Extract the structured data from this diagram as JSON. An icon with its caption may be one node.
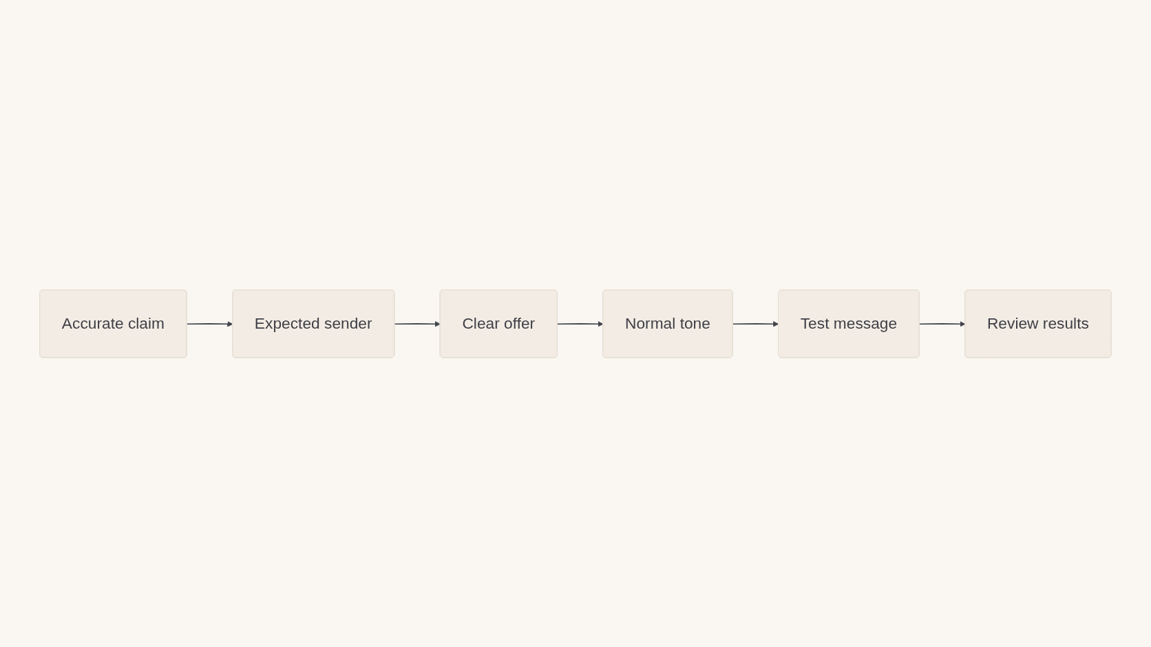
{
  "diagram": {
    "nodes": [
      {
        "text": [
          "Accurate claim"
        ]
      },
      {
        "text": [
          "Expected sender"
        ]
      },
      {
        "text": [
          "Clear offer"
        ]
      },
      {
        "text": [
          "Normal tone"
        ]
      },
      {
        "text": [
          "Test message"
        ]
      },
      {
        "text": [
          "Review results"
        ]
      }
    ],
    "edges": [
      {
        "from": 0,
        "to": 1,
        "arrow": "to"
      },
      {
        "from": 1,
        "to": 2,
        "arrow": "to"
      },
      {
        "from": 2,
        "to": 3,
        "arrow": "to"
      },
      {
        "from": 3,
        "to": 4,
        "arrow": "to"
      },
      {
        "from": 4,
        "to": 5,
        "arrow": "to"
      }
    ]
  }
}
